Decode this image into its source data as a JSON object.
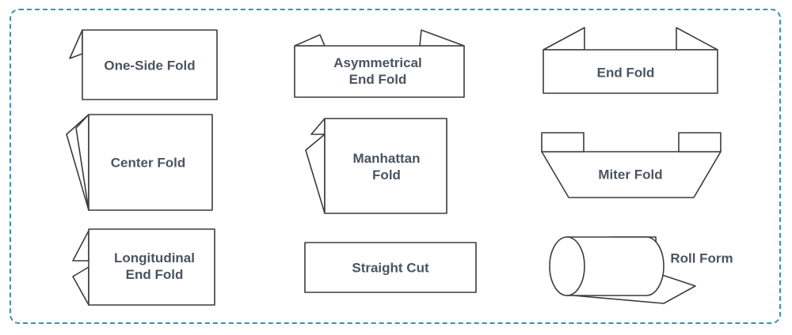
{
  "colors": {
    "border": "#3a8fb7",
    "stroke": "#3c3c3c",
    "label": "#4a5461",
    "fill": "#ffffff"
  },
  "items": {
    "one_side_fold": {
      "lines": [
        "One-Side Fold"
      ]
    },
    "asymmetrical_end_fold": {
      "lines": [
        "Asymmetrical",
        "End Fold"
      ]
    },
    "end_fold": {
      "lines": [
        "End Fold"
      ]
    },
    "center_fold": {
      "lines": [
        "Center Fold"
      ]
    },
    "manhattan_fold": {
      "lines": [
        "Manhattan",
        "Fold"
      ]
    },
    "miter_fold": {
      "lines": [
        "Miter Fold"
      ]
    },
    "longitudinal_end_fold": {
      "lines": [
        "Longitudinal",
        "End Fold"
      ]
    },
    "straight_cut": {
      "lines": [
        "Straight Cut"
      ]
    },
    "roll_form": {
      "lines": [
        "Roll Form"
      ]
    }
  }
}
